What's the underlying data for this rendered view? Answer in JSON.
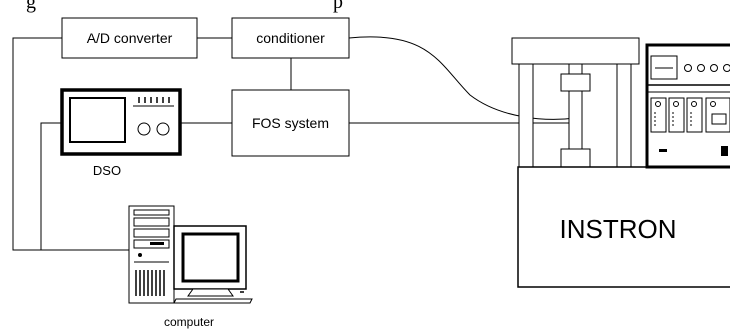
{
  "header_fragment": "g",
  "header_fragment_right": "p",
  "blocks": {
    "ad_converter": "A/D converter",
    "conditioner": "conditioner",
    "fos_system": "FOS system"
  },
  "devices": {
    "dso": "DSO",
    "computer": "computer",
    "instron": "INSTRON"
  }
}
